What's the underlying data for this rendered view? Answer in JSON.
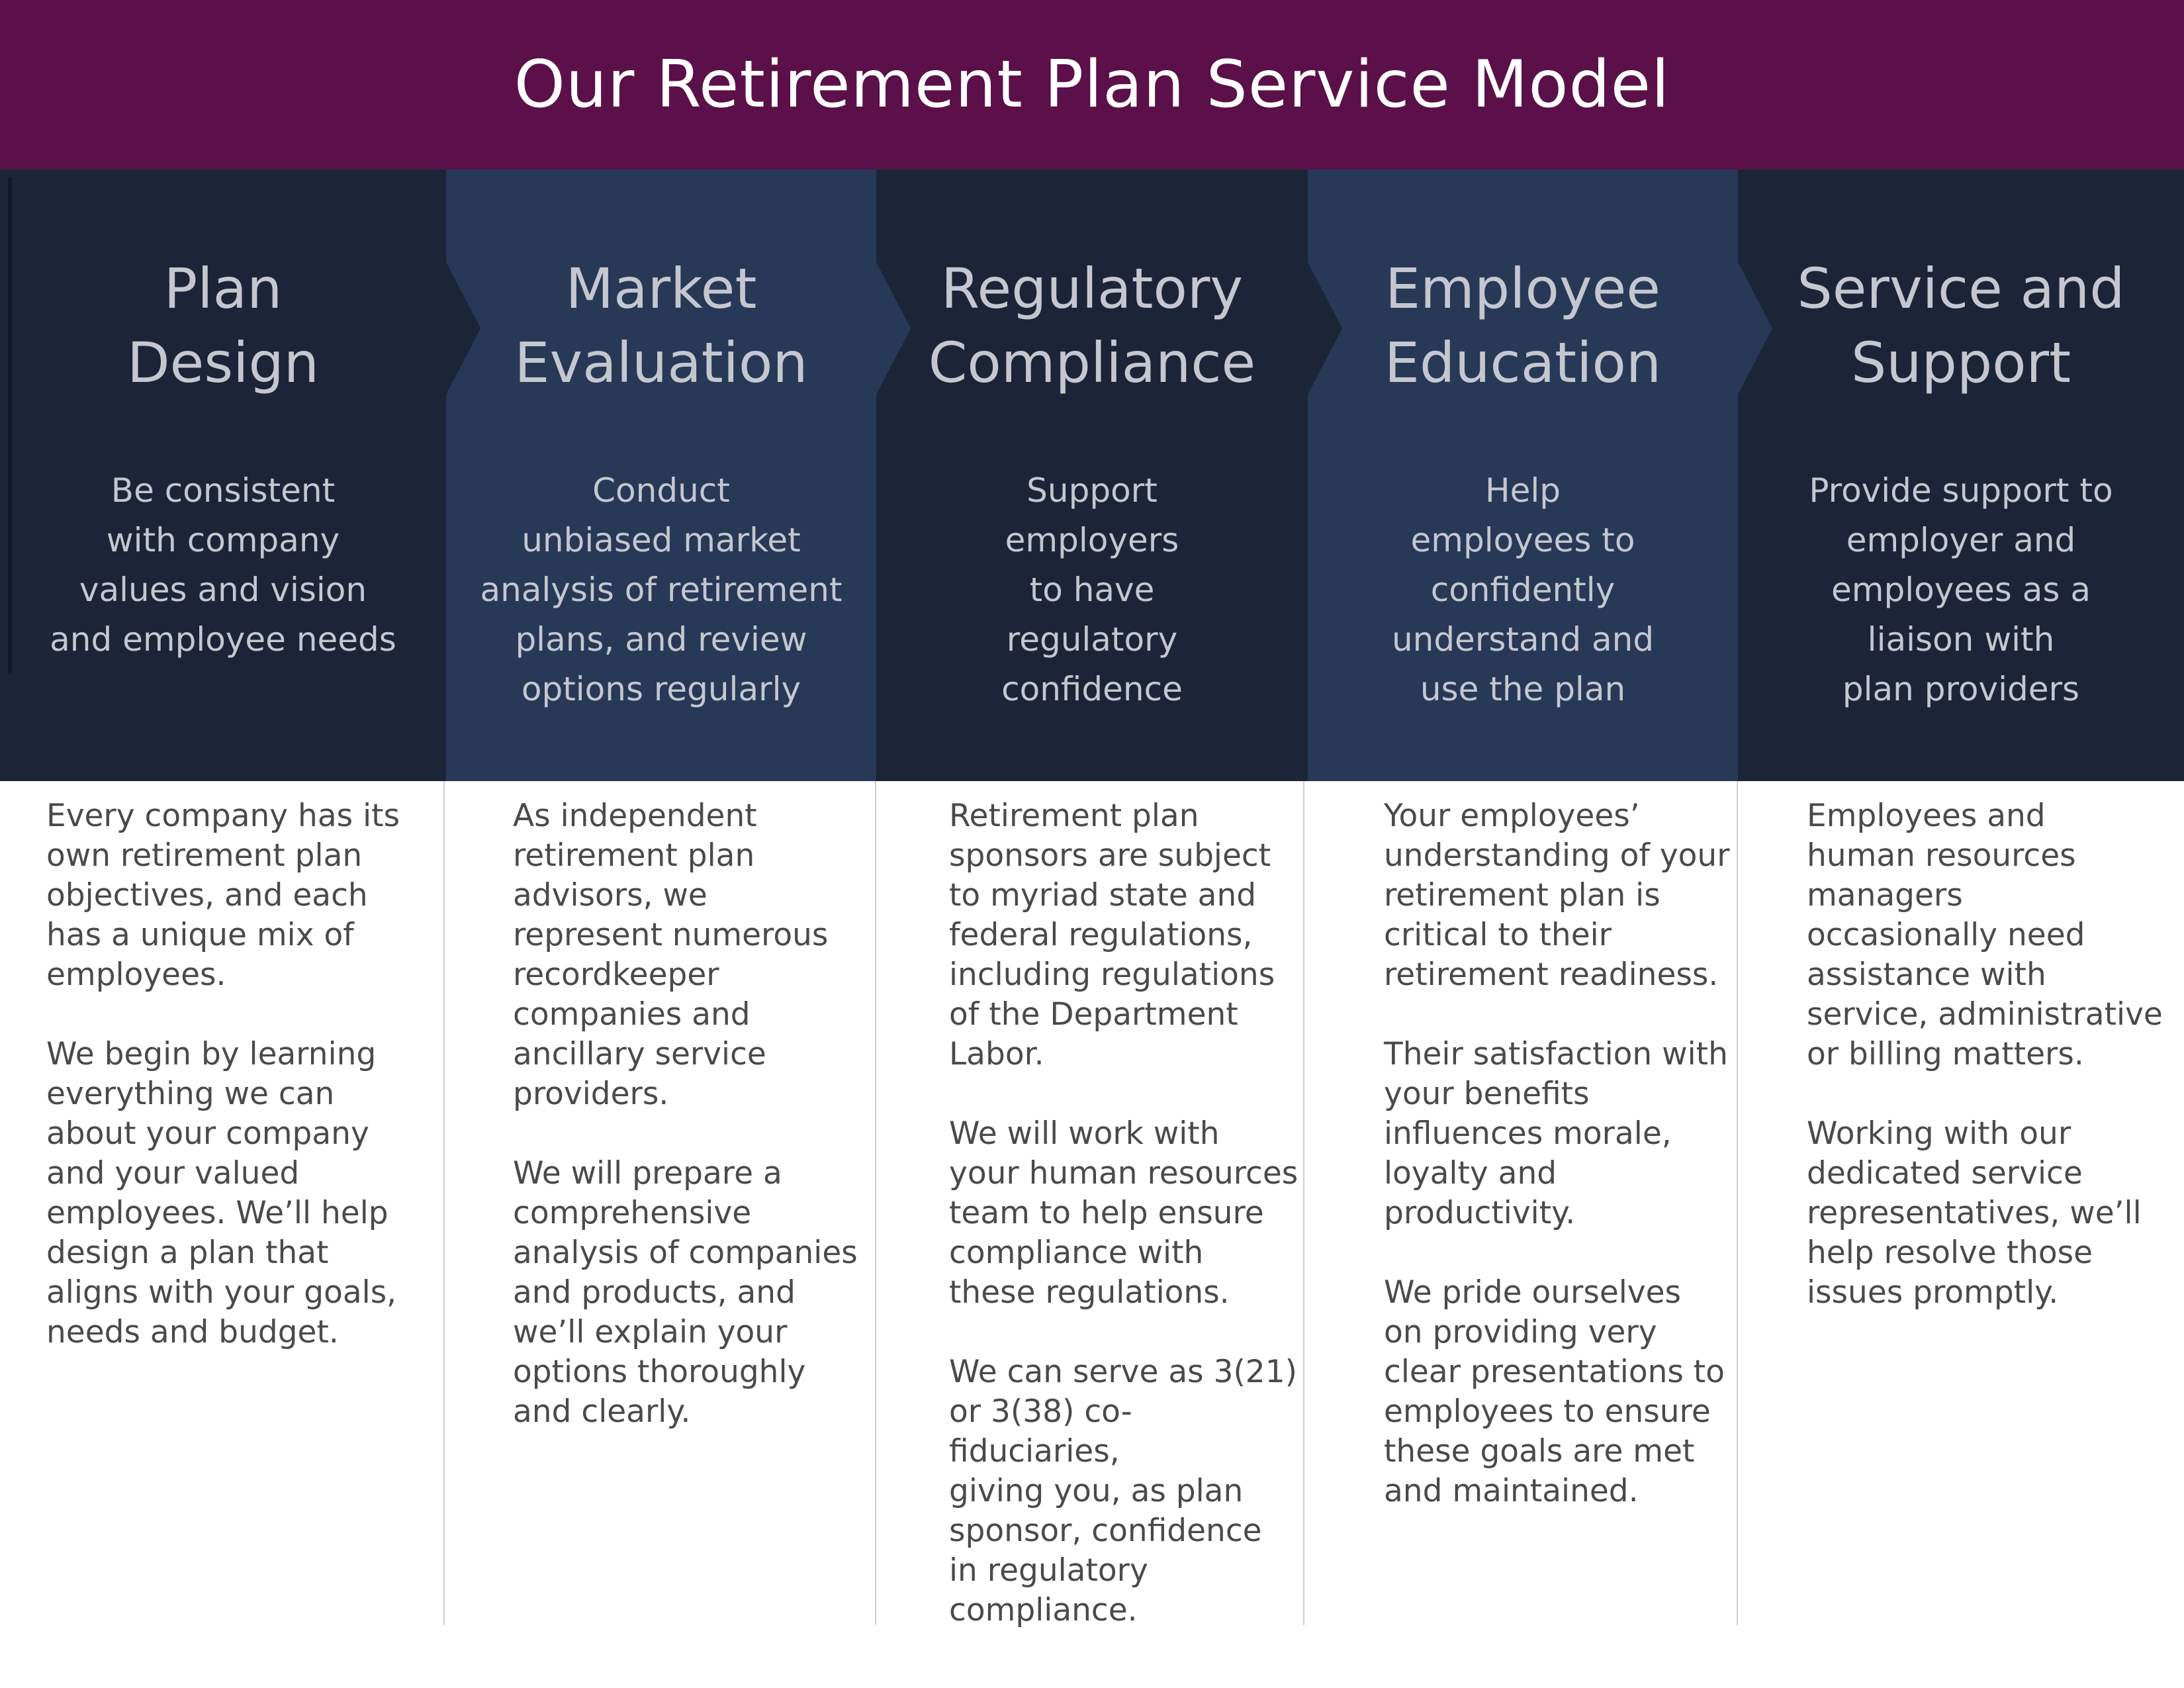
{
  "header": {
    "title": "Our Retirement Plan Service Model"
  },
  "colors": {
    "banner": "#5b1049",
    "dark_step": "#1c2438",
    "light_step": "#283857",
    "heading_text": "#c4c7cf",
    "body_text": "#4a4a4a"
  },
  "steps": [
    {
      "title": "Plan\nDesign",
      "tagline": "Be consistent\nwith company\nvalues and vision\nand employee needs",
      "body": [
        "Every company has its\nown retirement plan\nobjectives, and each\nhas a unique mix of\nemployees.",
        "We begin by learning\neverything we can\nabout your company\nand your valued\nemployees. We’ll help\ndesign a plan that\naligns with your goals,\nneeds and budget."
      ]
    },
    {
      "title": "Market\nEvaluation",
      "tagline": "Conduct\nunbiased market\nanalysis of retirement\nplans, and review\noptions regularly",
      "body": [
        "As independent\nretirement plan\nadvisors, we\nrepresent numerous\nrecordkeeper\ncompanies and\nancillary service\nproviders.",
        "We will prepare a\ncomprehensive\nanalysis of companies\nand products, and\nwe’ll explain your\noptions thoroughly\nand clearly."
      ]
    },
    {
      "title": "Regulatory\nCompliance",
      "tagline": "Support\nemployers\nto have\nregulatory\nconfidence",
      "body": [
        "Retirement plan\nsponsors are subject\nto myriad state and\nfederal regulations,\nincluding regulations\nof the Department\nLabor.",
        "We will work with\nyour human resources\nteam to help ensure\ncompliance with\nthese regulations.",
        "We can serve as 3(21)\nor 3(38) co-fiduciaries,\ngiving you, as plan\nsponsor, confidence\nin regulatory\ncompliance."
      ]
    },
    {
      "title": "Employee\nEducation",
      "tagline": "Help\nemployees to\nconfidently\nunderstand and\nuse the plan",
      "body": [
        "Your employees’\nunderstanding of your\nretirement plan is\ncritical to their\nretirement readiness.",
        "Their satisfaction with\nyour benefits\ninfluences morale,\nloyalty and\nproductivity.",
        "We pride ourselves\non providing very\nclear presentations to\nemployees to ensure\nthese goals are met\nand maintained."
      ]
    },
    {
      "title": "Service and\nSupport",
      "tagline": "Provide support to\nemployer and\nemployees as a\nliaison with\nplan providers",
      "body": [
        "Employees and\nhuman resources\nmanagers\noccasionally need\nassistance with\nservice, administrative\nor billing matters.",
        "Working with our\ndedicated service\nrepresentatives, we’ll\nhelp resolve those\nissues promptly."
      ]
    }
  ]
}
